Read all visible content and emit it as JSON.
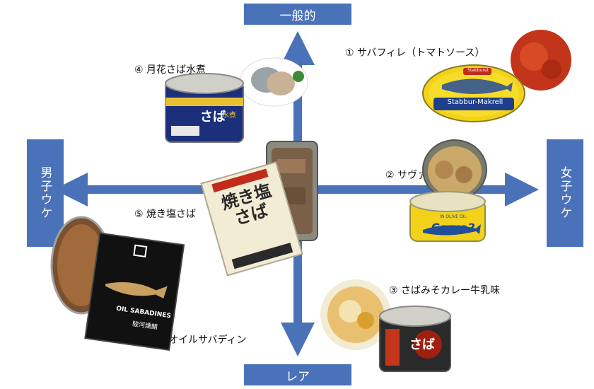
{
  "axes": {
    "top": "一般的",
    "bottom": "レア",
    "left": "男子ウケ",
    "right": "女子ウケ"
  },
  "items": [
    {
      "label": "① サバフィレ（トマトソース）",
      "can_text": "Stabbur-Makrell",
      "brand_text": "Stabburet"
    },
    {
      "label": "② サヴァ缶",
      "can_text": "Ça va?",
      "can_subtext": "IN OLIVE OIL"
    },
    {
      "label": "③ さばみそカレー牛乳味",
      "can_text": "さば"
    },
    {
      "label": "④ 月花さば水煮",
      "can_text": "さば",
      "can_subtext": "水煮"
    },
    {
      "label": "⑤ 焼き塩さば",
      "can_text": "焼き塩さば"
    },
    {
      "label": "⑥ オイルサバディン",
      "can_text": "OIL SABADINES",
      "can_subtext": "駿河燻鯖"
    }
  ],
  "colors": {
    "axis": "#4a72b8",
    "arrow": "#4a72b8"
  }
}
